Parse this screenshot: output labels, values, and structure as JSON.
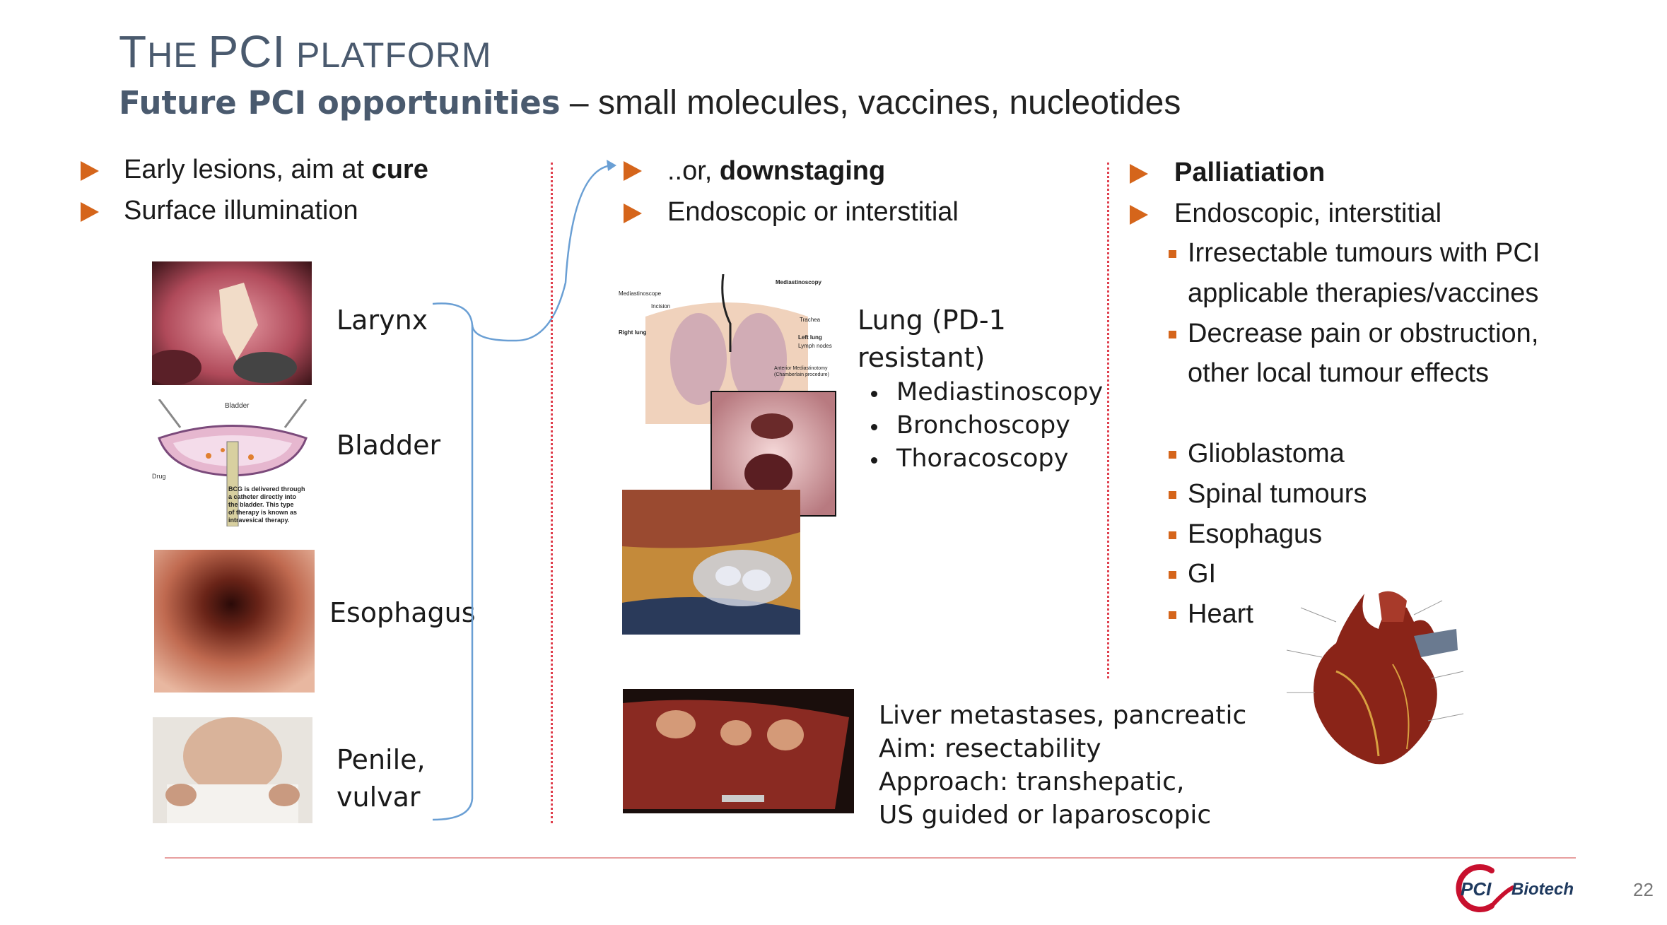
{
  "header": {
    "title_cap1": "T",
    "title_small1": "HE ",
    "title_cap2": "PCI",
    "title_small2": " PLATFORM",
    "subtitle_bold": "Future PCI opportunities",
    "subtitle_rest": " – small molecules, vaccines, nucleotides"
  },
  "col1": {
    "bullet1_pre": "Early lesions, aim at ",
    "bullet1_bold": "cure",
    "bullet2": "Surface illumination",
    "labels": [
      "Larynx",
      "Bladder",
      "Esophagus",
      "Penile,",
      "vulvar"
    ],
    "bladder_diagram": {
      "title": "Bladder",
      "side": "Drug",
      "caption_lines": [
        "BCG is delivered through",
        "a catheter directly into",
        "the bladder. This type",
        "of therapy is known as",
        "intravesical therapy."
      ]
    }
  },
  "col2": {
    "bullet1_pre": "..or, ",
    "bullet1_bold": "downstaging",
    "bullet2": "Endoscopic or interstitial",
    "lung_label_1": "Lung (PD-1",
    "lung_label_2": "resistant)",
    "lung_items": [
      "Mediastinoscopy",
      "Bronchoscopy",
      "Thoracoscopy"
    ],
    "lung_diagram": {
      "labels": [
        "Mediastinoscope",
        "Incision",
        "Right lung",
        "Mediastinoscopy",
        "Trachea",
        "Left lung",
        "Lymph nodes",
        "Anterior Mediastinotomy",
        "(Chamberlain procedure)"
      ]
    },
    "liver_lines": [
      "Liver metastases, pancreatic",
      "Aim: resectability",
      "Approach: transhepatic,",
      "US guided or laparoscopic"
    ]
  },
  "col3": {
    "bullet1": "Palliatiation",
    "bullet2": "Endoscopic, interstitial",
    "sub1_line1": "Irresectable tumours with PCI",
    "sub1_line2": "applicable therapies/vaccines",
    "sub2_line1": "Decrease pain or obstruction,",
    "sub2_line2": "other local tumour effects",
    "list": [
      "Glioblastoma",
      "Spinal tumours",
      "Esophagus",
      "GI",
      "Heart"
    ]
  },
  "footer": {
    "logo_pci": "PCI",
    "logo_biotech": "Biotech",
    "page_number": "22"
  },
  "colors": {
    "accent": "#d5651b",
    "title": "#4a5a6e",
    "divider": "#e0404e",
    "bracket": "#6a9fd4",
    "logo": "#c8102e"
  }
}
